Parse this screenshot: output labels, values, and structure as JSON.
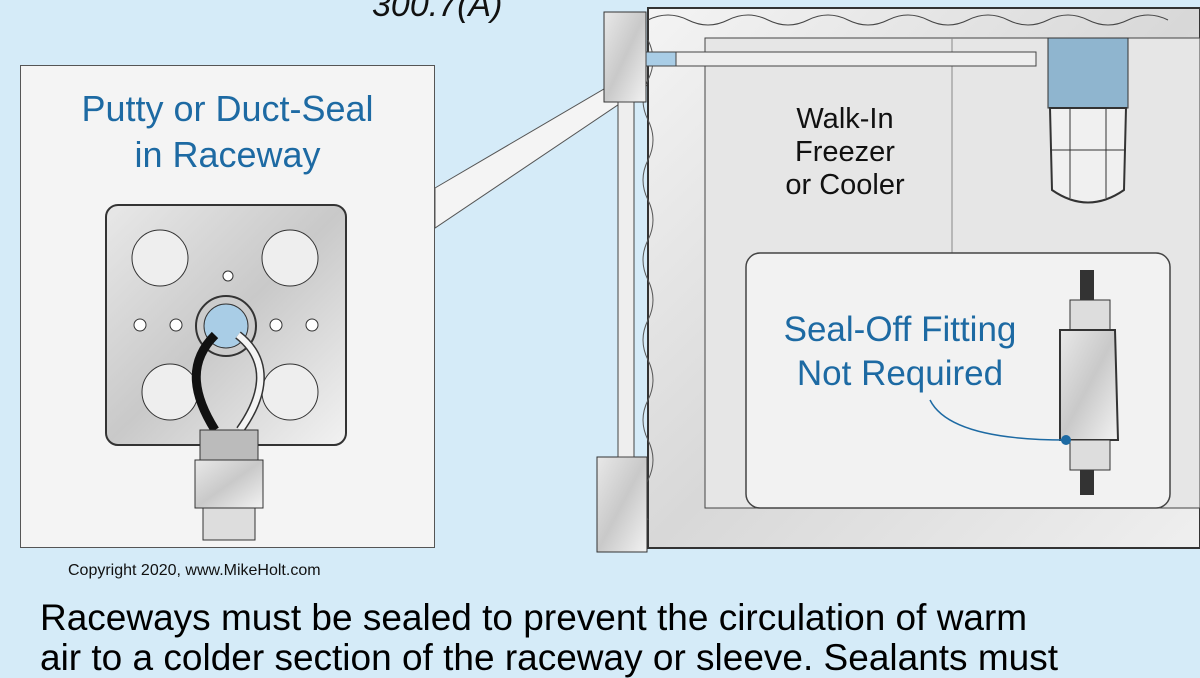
{
  "code_reference": "300.7(A)",
  "detail_panel": {
    "title_line1": "Putty or Duct-Seal",
    "title_line2": "in Raceway"
  },
  "room_label": {
    "line1": "Walk-In",
    "line2": "Freezer",
    "line3": "or Cooler"
  },
  "callout": {
    "line1": "Seal-Off Fitting",
    "line2": "Not Required",
    "color": "#1d6aa3"
  },
  "copyright": "Copyright 2020, www.MikeHolt.com",
  "caption": {
    "line1": "Raceways must be sealed to prevent the circulation of warm",
    "line2": "air to a colder section of the raceway or sleeve. Sealants must"
  },
  "colors": {
    "background": "#d5ebf8",
    "accent": "#1d6aa3"
  }
}
